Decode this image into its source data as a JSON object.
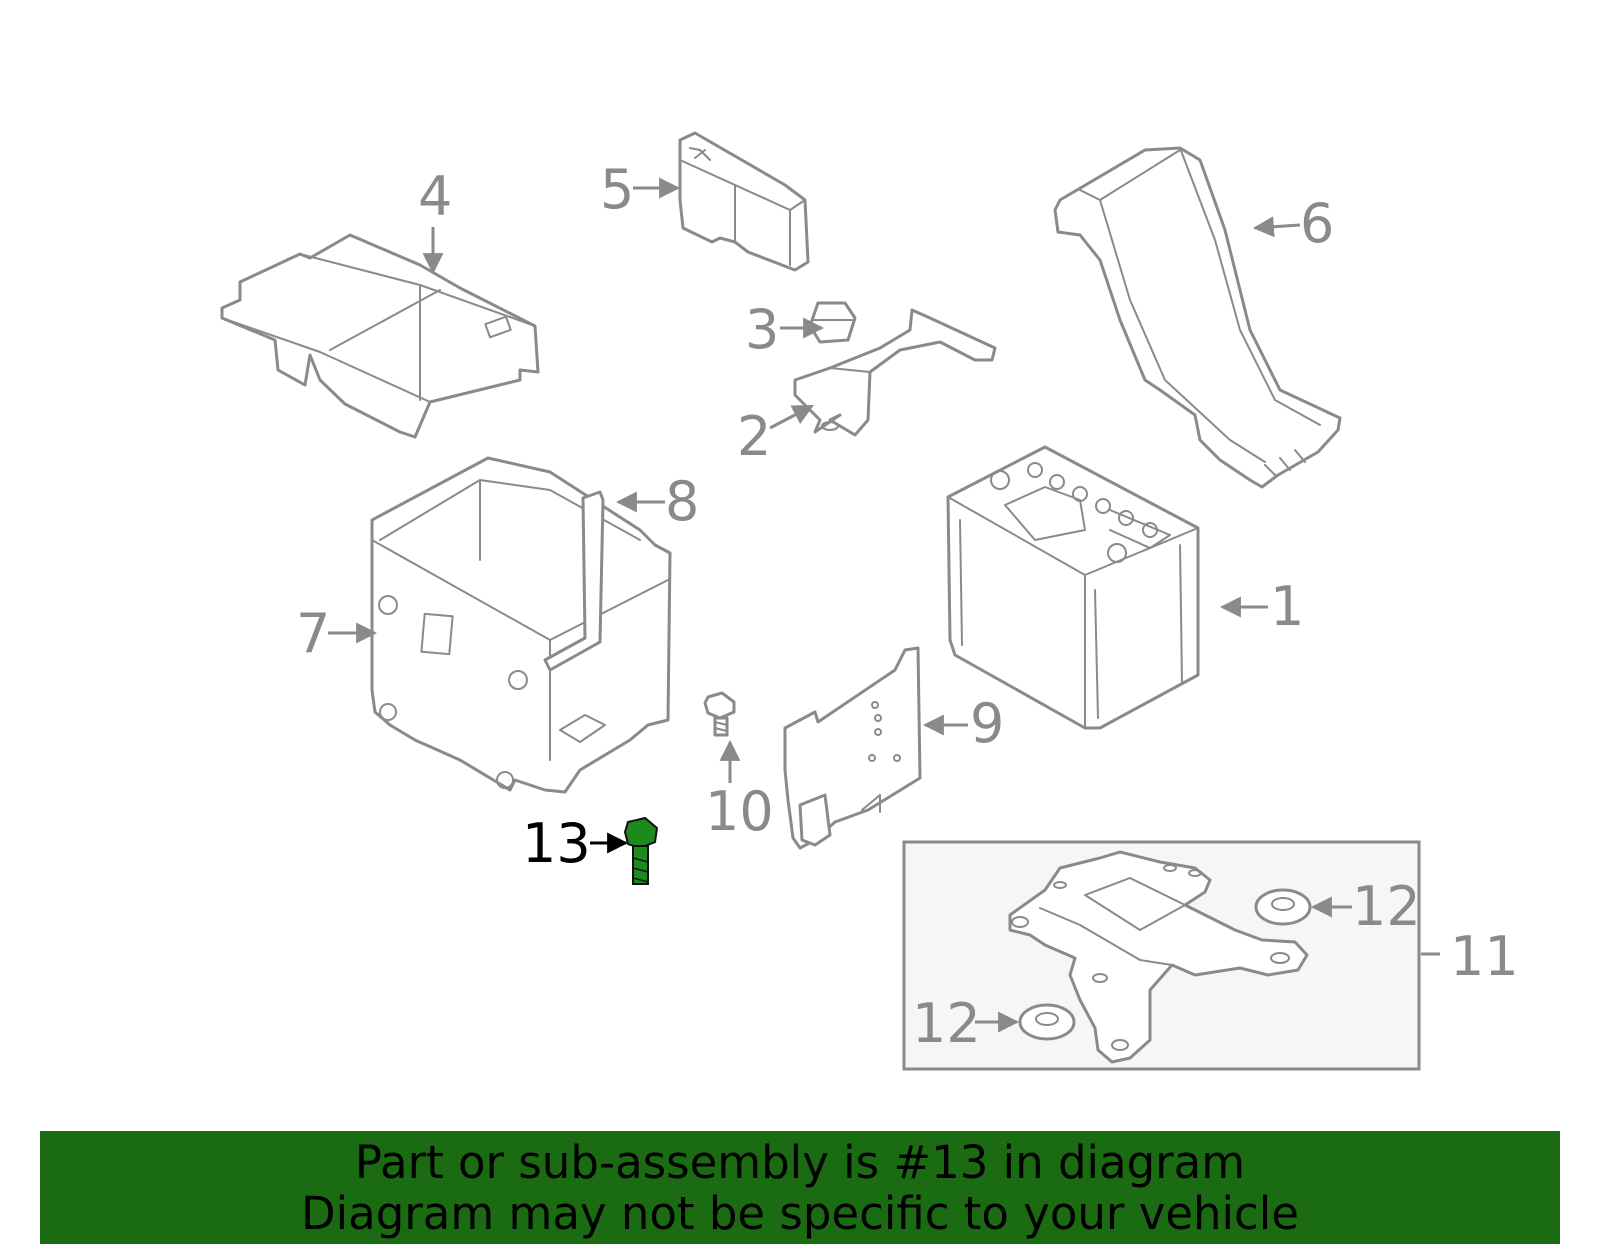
{
  "banner": {
    "line1": "Part or sub-assembly is #13 in diagram",
    "line2": "Diagram may not be specific to your vehicle",
    "background_color": "#1b6b12"
  },
  "highlighted_part": "13",
  "callouts": {
    "c1": "1",
    "c2": "2",
    "c3": "3",
    "c4": "4",
    "c5": "5",
    "c6": "6",
    "c7": "7",
    "c8": "8",
    "c9": "9",
    "c10": "10",
    "c11": "11",
    "c12a": "12",
    "c12b": "12",
    "c13": "13"
  },
  "colors": {
    "line_gray": "#8a8a8a",
    "highlight_part": "#1e8a1e",
    "highlight_label": "#000000"
  }
}
